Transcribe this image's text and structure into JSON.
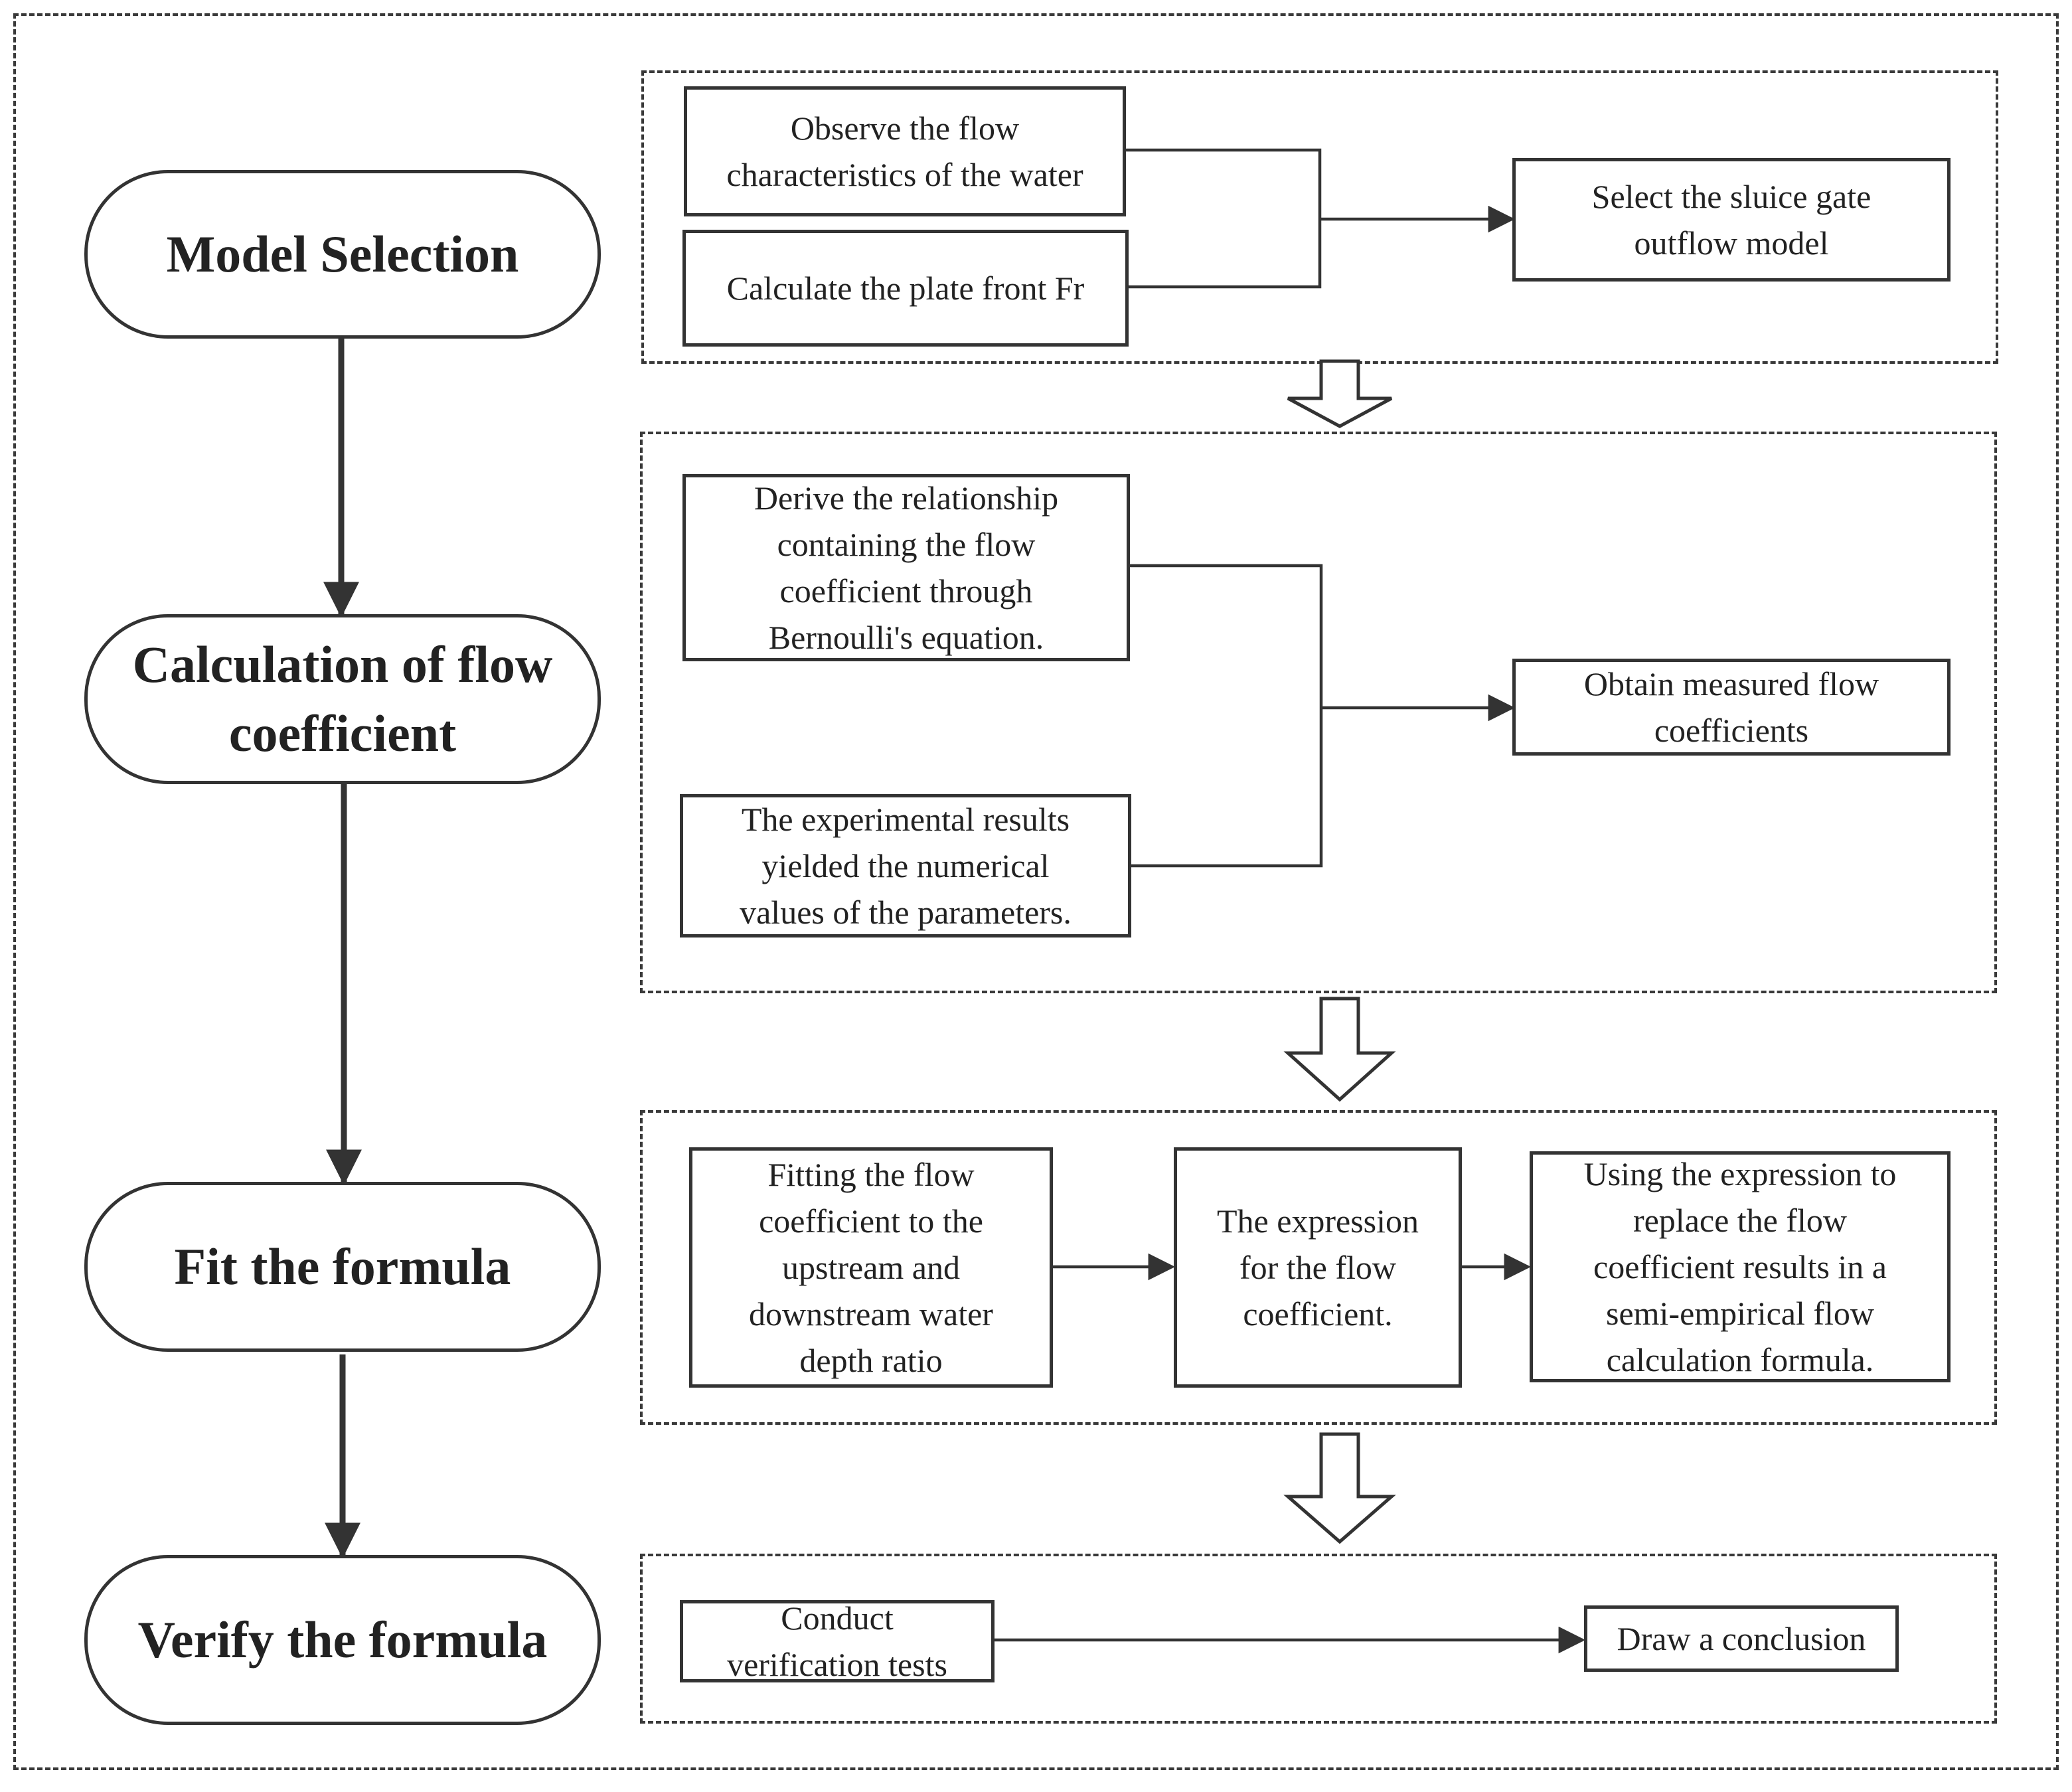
{
  "stages": [
    {
      "label": "Model Selection"
    },
    {
      "label": "Calculation of flow\ncoefficient"
    },
    {
      "label": "Fit the formula"
    },
    {
      "label": "Verify the formula"
    }
  ],
  "sections": {
    "model_selection": {
      "observe": "Observe the flow\ncharacteristics of the water",
      "calculate_fr": "Calculate the plate front Fr",
      "select_model": "Select the sluice gate\noutflow model"
    },
    "flow_coefficient": {
      "derive": "Derive the relationship\ncontaining the flow\ncoefficient through\nBernoulli's equation.",
      "experimental": "The experimental results\nyielded the numerical\nvalues of the parameters.",
      "obtain": "Obtain measured flow\ncoefficients"
    },
    "fit_formula": {
      "fitting": "Fitting the flow\ncoefficient to the\nupstream and\ndownstream water\ndepth ratio",
      "expression": "The expression\nfor the flow\ncoefficient.",
      "using": "Using the expression to\nreplace the flow\ncoefficient results in a\nsemi-empirical flow\ncalculation formula."
    },
    "verify_formula": {
      "conduct": "Conduct\nverification tests",
      "conclusion": "Draw a conclusion"
    }
  }
}
